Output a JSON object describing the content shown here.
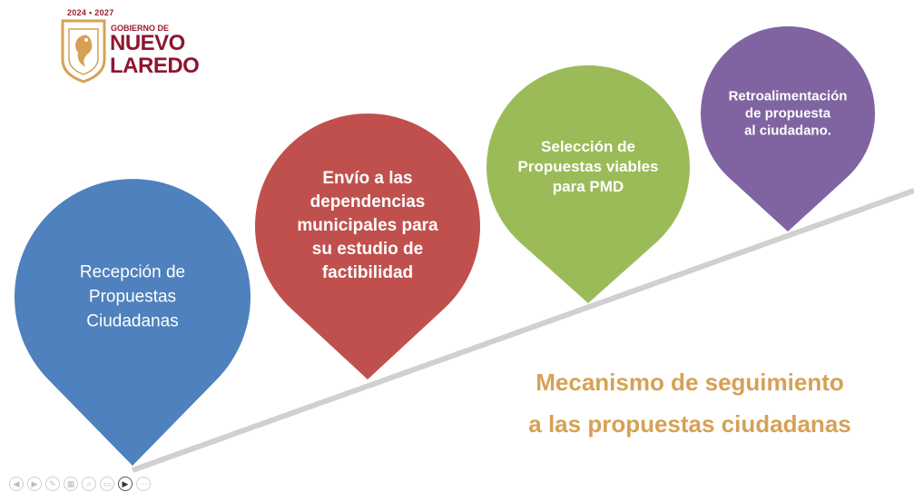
{
  "logo": {
    "years": "2024 • 2027",
    "gobierno": "GOBIERNO DE",
    "city_line1": "NUEVO",
    "city_line2": "LAREDO"
  },
  "steps": [
    {
      "label": "Recepción de\nPropuestas\nCiudadanas",
      "color": "#4e81bd"
    },
    {
      "label": "Envío a las\ndependencias\nmunicipales para\nsu estudio de\nfactibilidad",
      "color": "#c0504d"
    },
    {
      "label": "Selección de\nPropuestas viables\npara PMD",
      "color": "#9bbb59"
    },
    {
      "label": "Retroalimentación\nde propuesta\nal ciudadano.",
      "color": "#8064a2"
    }
  ],
  "title": {
    "line1": "Mecanismo de seguimiento",
    "line2": "a las propuestas ciudadanas",
    "color": "#d6a155"
  },
  "controls": [
    {
      "icon": "previous-icon"
    },
    {
      "icon": "next-icon"
    },
    {
      "icon": "pen-icon"
    },
    {
      "icon": "slides-icon"
    },
    {
      "icon": "zoom-icon"
    },
    {
      "icon": "subtitles-icon"
    },
    {
      "icon": "camera-icon",
      "active": true
    },
    {
      "icon": "more-icon"
    }
  ]
}
